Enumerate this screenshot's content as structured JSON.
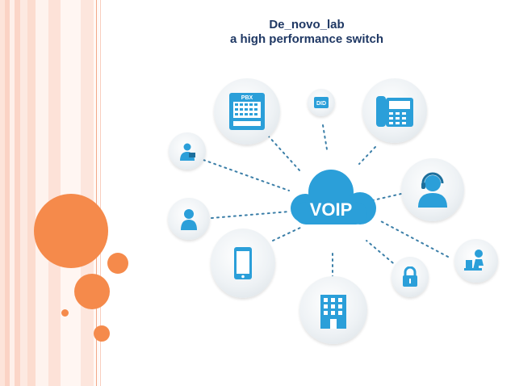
{
  "title": {
    "line1": "De_novo_lab",
    "line2": "a high performance switch"
  },
  "hub": {
    "label": "VOIP",
    "color": "#2b9fd9"
  },
  "nodes": [
    {
      "icon": "pbx-icon",
      "label": "PBX"
    },
    {
      "icon": "did-icon",
      "label": "DID"
    },
    {
      "icon": "desk-phone-icon"
    },
    {
      "icon": "headset-agent-icon"
    },
    {
      "icon": "user-at-desk-icon"
    },
    {
      "icon": "lock-icon"
    },
    {
      "icon": "office-building-icon"
    },
    {
      "icon": "mobile-phone-icon"
    },
    {
      "icon": "person-icon"
    },
    {
      "icon": "operator-icon"
    }
  ],
  "colors": {
    "accent": "#f58a4b",
    "icon_blue": "#2b9fd9",
    "title": "#1f3864"
  }
}
